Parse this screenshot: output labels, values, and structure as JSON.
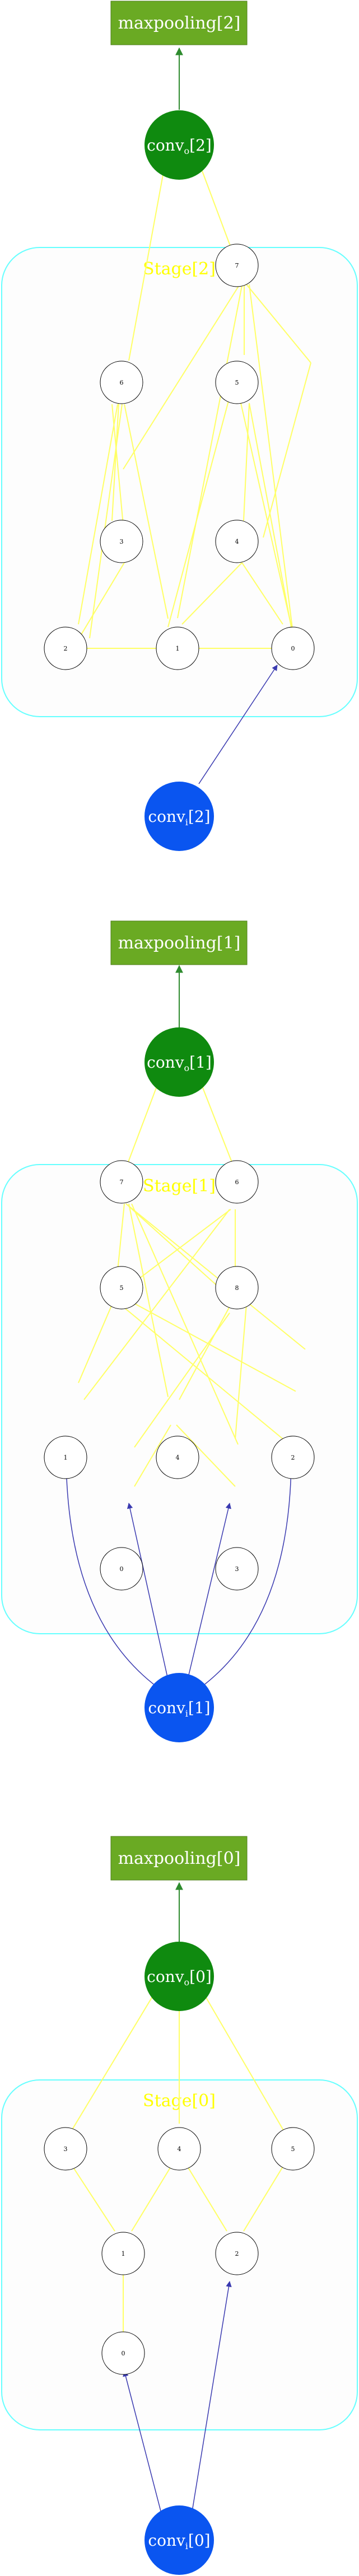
{
  "colors": {
    "yellow_edge": "#ffff66",
    "blue_edge": "#3a3ab0",
    "green_edge": "#2e8b2e",
    "stage_border": "#66ffff",
    "stage_fill": "#fdfdfd",
    "node_border": "#000000",
    "conv_fill": "#0f8a0f",
    "blue_fill": "#0a55f0",
    "pool_fill": "#6aaa23",
    "stage_text": "#ffff00"
  },
  "texts": {
    "pool2": "maxpooling[2]",
    "conv2": "conv",
    "conv2_sub": "o",
    "conv2_idx": "[2]",
    "stage2": "Stage[2]",
    "convi2": "conv",
    "convi2_sub": "i",
    "convi2_idx": "[2]",
    "pool1": "maxpooling[1]",
    "conv1": "conv",
    "conv1_sub": "o",
    "conv1_idx": "[1]",
    "stage1": "Stage[1]",
    "convi1": "conv",
    "convi1_sub": "i",
    "convi1_idx": "[1]",
    "pool0": "maxpooling[0]",
    "conv0": "conv",
    "conv0_sub": "o",
    "conv0_idx": "[0]",
    "stage0": "Stage[0]",
    "convi0": "conv",
    "convi0_sub": "i",
    "convi0_idx": "[0]"
  },
  "stage2_nodes": [
    "7",
    "6",
    "5",
    "3",
    "4",
    "2",
    "1",
    "0"
  ],
  "stage1_nodes": [
    "7",
    "6",
    "5",
    "8",
    "1",
    "4",
    "2",
    "0",
    "3"
  ],
  "stage0_nodes": [
    "3",
    "4",
    "5",
    "1",
    "2",
    "0"
  ]
}
